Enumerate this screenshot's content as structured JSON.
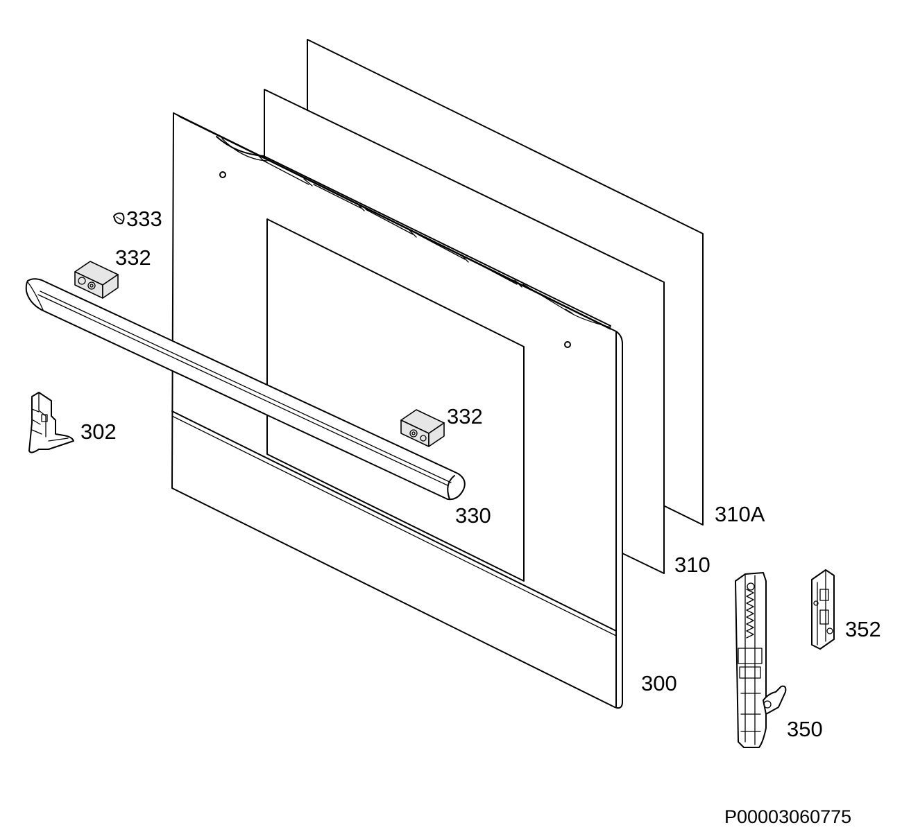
{
  "parts": {
    "p333": "333",
    "p332a": "332",
    "p332b": "332",
    "p302": "302",
    "p330": "330",
    "p310a": "310A",
    "p310": "310",
    "p300": "300",
    "p352": "352",
    "p350": "350"
  },
  "reference_code": "P00003060775"
}
